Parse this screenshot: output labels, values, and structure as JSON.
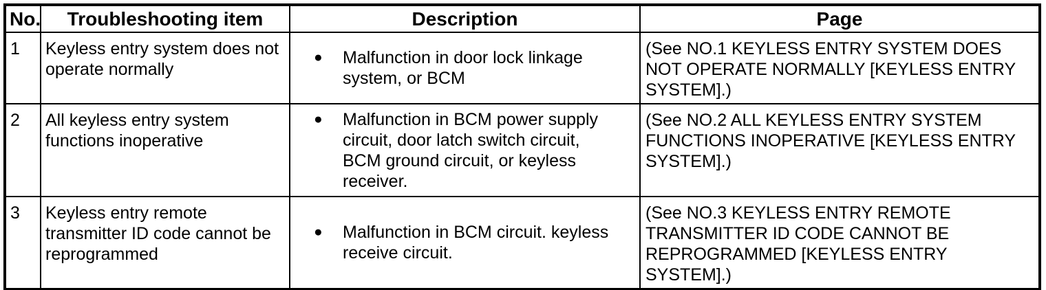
{
  "colors": {
    "border": "#000000",
    "text": "#000000",
    "background": "#ffffff"
  },
  "icons": {
    "bullet": "●"
  },
  "table": {
    "headers": {
      "no": "No.",
      "item": "Troubleshooting item",
      "description": "Description",
      "page": "Page"
    },
    "rows": [
      {
        "no": "1",
        "item": "Keyless entry system does not\noperate normally",
        "description": "Malfunction in door lock linkage\nsystem, or BCM",
        "page": "(See NO.1 KEYLESS ENTRY SYSTEM DOES\nNOT OPERATE NORMALLY [KEYLESS ENTRY\nSYSTEM].)"
      },
      {
        "no": "2",
        "item": "All keyless entry system\nfunctions inoperative",
        "description": "Malfunction in BCM power supply\ncircuit, door latch switch circuit,\nBCM ground circuit, or keyless\nreceiver.",
        "page": "(See NO.2 ALL KEYLESS ENTRY SYSTEM\nFUNCTIONS INOPERATIVE [KEYLESS ENTRY\nSYSTEM].)"
      },
      {
        "no": "3",
        "item": "Keyless entry remote\ntransmitter ID code cannot be\nreprogrammed",
        "description": "Malfunction in BCM circuit. keyless\nreceive circuit.",
        "page": "(See NO.3 KEYLESS ENTRY REMOTE\nTRANSMITTER ID CODE CANNOT BE\nREPROGRAMMED [KEYLESS ENTRY\nSYSTEM].)"
      }
    ]
  }
}
